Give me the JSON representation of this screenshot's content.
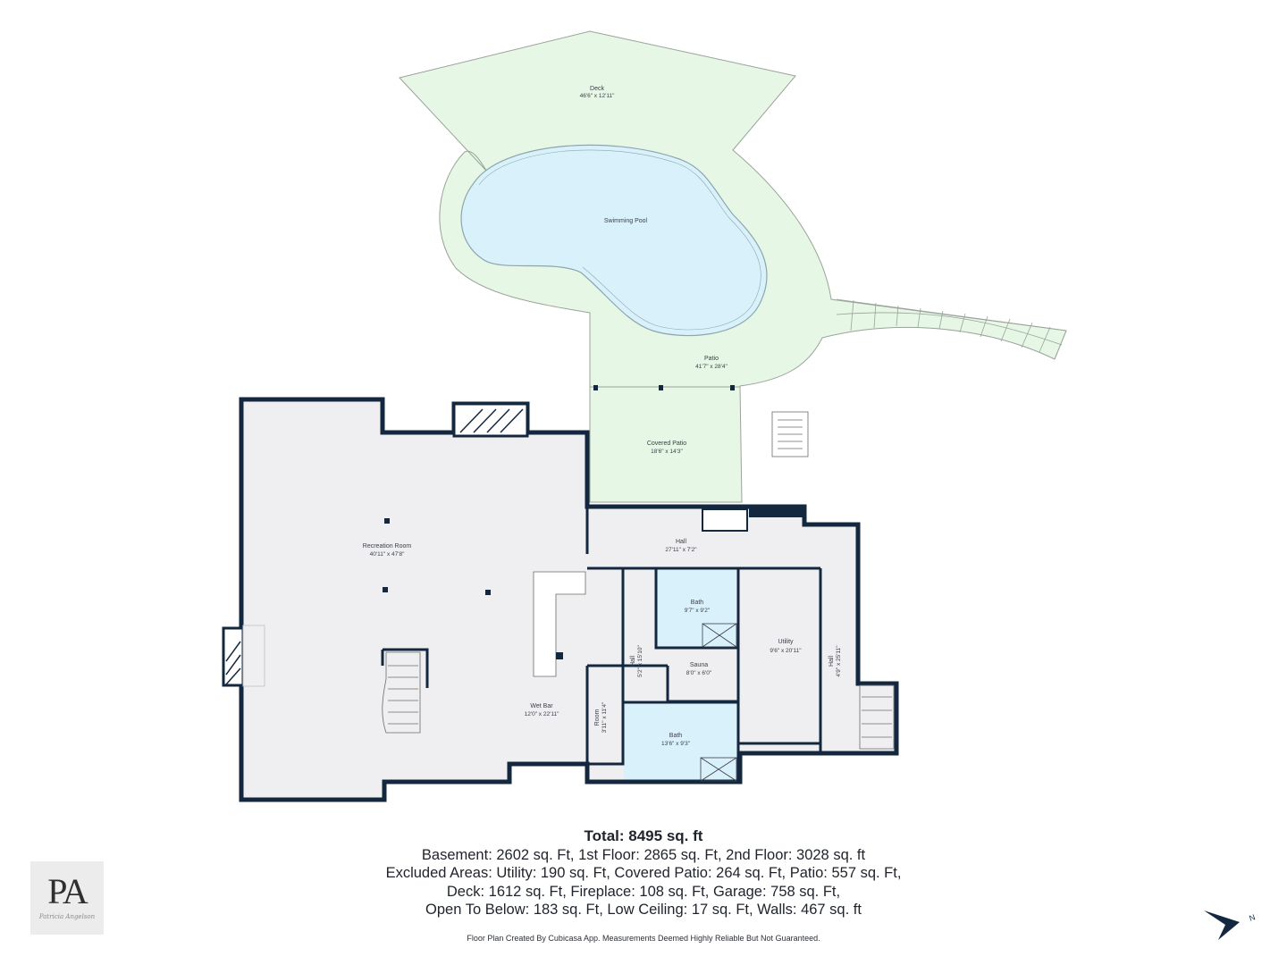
{
  "rooms": {
    "deck": {
      "name": "Deck",
      "dims": "46'6\" x 12'11\""
    },
    "pool": {
      "name": "Swimming Pool"
    },
    "patio": {
      "name": "Patio",
      "dims": "41'7\" x 28'4\""
    },
    "covered_patio": {
      "name": "Covered Patio",
      "dims": "18'6\" x 14'3\""
    },
    "recreation_room": {
      "name": "Recreation Room",
      "dims": "40'11\" x 47'8\""
    },
    "hall_top": {
      "name": "Hall",
      "dims": "27'11\" x 7'2\""
    },
    "bath_upper": {
      "name": "Bath",
      "dims": "9'7\" x 9'2\""
    },
    "utility": {
      "name": "Utility",
      "dims": "9'6\" x 20'11\""
    },
    "hall_right": {
      "name": "Hall",
      "dims": "4'9\" x 25'11\""
    },
    "hall_small": {
      "name": "Hall",
      "dims": "5'2\" x 15'10\""
    },
    "sauna": {
      "name": "Sauna",
      "dims": "8'0\" x 6'0\""
    },
    "wet_bar": {
      "name": "Wet Bar",
      "dims": "12'0\" x 22'11\""
    },
    "room": {
      "name": "Room",
      "dims": "3'11\" x 11'4\""
    },
    "bath_lower": {
      "name": "Bath",
      "dims": "13'6\" x 9'3\""
    }
  },
  "summary": {
    "total": "Total: 8495 sq. ft",
    "line1": "Basement: 2602 sq. Ft, 1st Floor: 2865 sq. Ft, 2nd Floor: 3028 sq. ft",
    "line2": "Excluded Areas: Utility: 190 sq. Ft, Covered Patio: 264 sq. Ft, Patio: 557 sq. Ft,",
    "line3": "Deck: 1612 sq. Ft, Fireplace: 108 sq. Ft, Garage: 758 sq. Ft,",
    "line4": "Open To Below: 183 sq. Ft, Low Ceiling: 17 sq. Ft, Walls: 467 sq. ft"
  },
  "credit": "Floor Plan Created By Cubicasa App. Measurements Deemed Highly Reliable But Not Guaranteed.",
  "logo": {
    "monogram": "PA",
    "signature": "Patricia Angelson"
  },
  "compass": {
    "label": "N"
  },
  "colors": {
    "wall": "#13283f",
    "floor": "#efeff1",
    "outdoor": "#e6f7e6",
    "pool": "#d9f1fb",
    "bath": "#d9f1fb",
    "outline": "#9aa39a"
  }
}
